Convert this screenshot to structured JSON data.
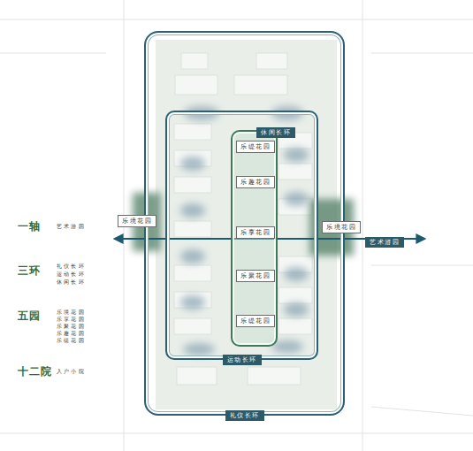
{
  "diagram": {
    "nodes": [
      {
        "text": [
          "礼仪长环"
        ]
      },
      {
        "text": [
          "运动长环"
        ],
        "in": 0
      },
      {
        "text": [
          "休闲长环"
        ],
        "in": 1
      },
      {
        "text": [
          "乐缇花园"
        ],
        "in": 2
      },
      {
        "text": [
          "乐趣花园"
        ],
        "in": 2
      },
      {
        "text": [
          "乐享花园"
        ],
        "in": 2
      },
      {
        "text": [
          "乐聚花园"
        ],
        "in": 2
      },
      {
        "text": [
          "乐缇花园"
        ],
        "in": 2
      },
      {
        "text": [
          "乐境花园"
        ]
      },
      {
        "text": [
          "乐境花园"
        ]
      }
    ],
    "labels": [
      "一轴",
      "艺术游园",
      "三环",
      "礼仪长环",
      "运动长环",
      "休闲长环",
      "五园",
      "乐境花园",
      "乐享花园",
      "乐聚花园",
      "乐趣花园",
      "乐缇花园",
      "十二院",
      "入户小院",
      "艺术游园"
    ]
  }
}
